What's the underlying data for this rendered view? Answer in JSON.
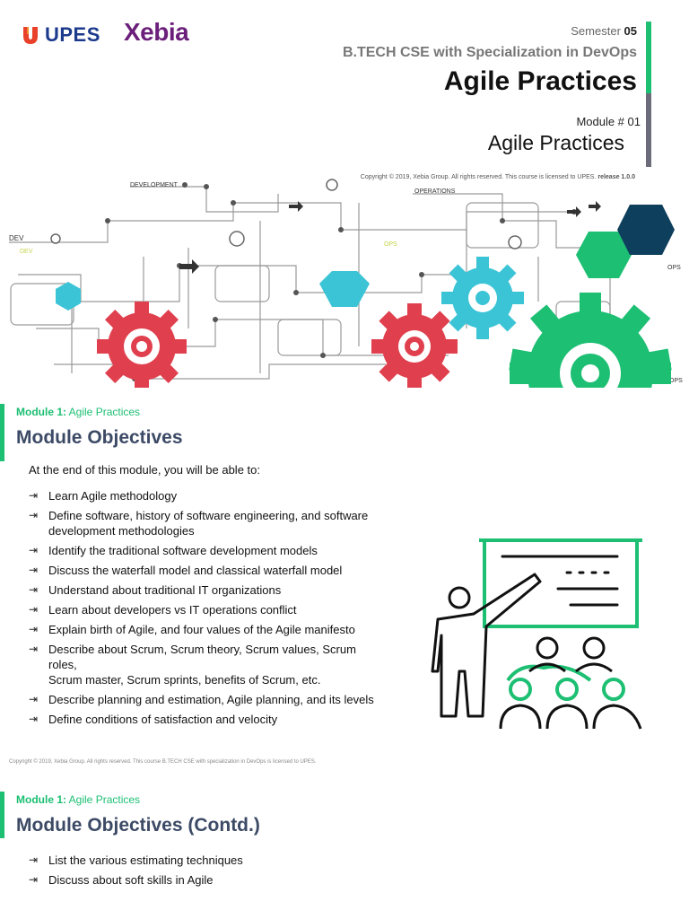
{
  "header": {
    "upes_logo": "UPES",
    "xebia_logo": "Xebia",
    "semester_label": "Semester",
    "semester_value": "05",
    "degree": "B.TECH CSE with Specialization in DevOps",
    "course_title": "Agile Practices",
    "module_number": "Module # 01",
    "module_title": "Agile Practices"
  },
  "hero": {
    "copyright": "Copyright © 2019, Xebia Group. All rights reserved. This course is licensed to UPES. ",
    "release": "release 1.0.0",
    "labels": {
      "development": "DEVELOPMENT",
      "operations": "OPERATIONS",
      "dev_top": "DEV",
      "dev_bottom": "DEV",
      "ops_mid": "OPS",
      "ops_right": "OPS",
      "ops_bottom": "OPS"
    },
    "colors": {
      "red": "#e0404e",
      "cyan": "#3bc4d6",
      "green": "#1dbf73",
      "navy": "#0e3f5c"
    }
  },
  "section1": {
    "module_label": "Module 1:",
    "module_value": "Agile Practices",
    "title": "Module Objectives",
    "intro": "At the end of this module, you will be able to:",
    "bullet": "⇥",
    "items": [
      [
        "Learn Agile methodology"
      ],
      [
        "Define software, history of software engineering, and software",
        "development methodologies"
      ],
      [
        "Identify the traditional software development models"
      ],
      [
        "Discuss the waterfall model and classical waterfall model"
      ],
      [
        "Understand about traditional IT organizations"
      ],
      [
        "Learn about developers vs IT operations conflict"
      ],
      [
        "Explain birth of Agile, and four values of the Agile manifesto"
      ],
      [
        "Describe about Scrum, Scrum theory, Scrum values, Scrum",
        "roles,",
        "Scrum master, Scrum sprints, benefits of Scrum, etc."
      ],
      [
        "Describe planning and estimation, Agile planning, and its levels"
      ],
      [
        "Define conditions of satisfaction and velocity"
      ]
    ],
    "footer_copyright": "Copyright © 2019, Xebia Group. All rights reserved. This course B.TECH CSE with specialization in DevOps is licensed to UPES."
  },
  "section2": {
    "module_label": "Module 1:",
    "module_value": "Agile Practices",
    "title": "Module Objectives (Contd.)",
    "items": [
      [
        "List the various estimating techniques"
      ],
      [
        "Discuss about soft skills in Agile"
      ]
    ]
  },
  "icons": {
    "upes_mark": "upes-shield-icon",
    "teacher": "presentation-teacher-icon"
  }
}
